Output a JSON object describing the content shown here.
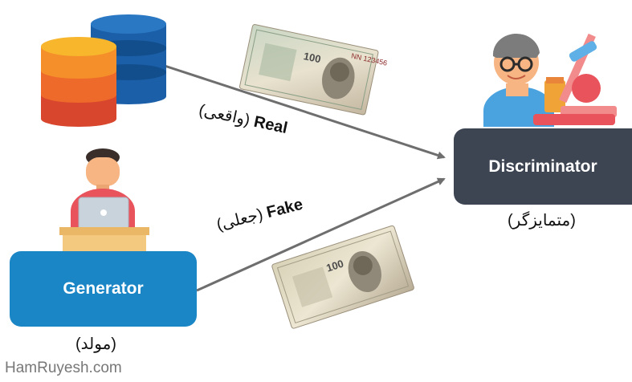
{
  "nodes": {
    "generator": {
      "label": "Generator",
      "caption": "(مولد)"
    },
    "discriminator": {
      "label": "Discriminator",
      "caption": "(متمایزگر)"
    }
  },
  "edges": {
    "real": {
      "label_en": "Real",
      "label_fa": "(واقعی)"
    },
    "fake": {
      "label_en": "Fake",
      "label_fa": "(جعلی)"
    }
  },
  "banknote": {
    "denomination": "100"
  },
  "watermark": "HamRuyesh.com",
  "colors": {
    "generator": "#1b86c5",
    "discriminator": "#3d4452",
    "arrow": "#6e6e6e",
    "db_front": [
      "#f7b62b",
      "#f58f2a",
      "#ee6a2a",
      "#d8462e"
    ],
    "db_back": "#1a5fa8"
  }
}
